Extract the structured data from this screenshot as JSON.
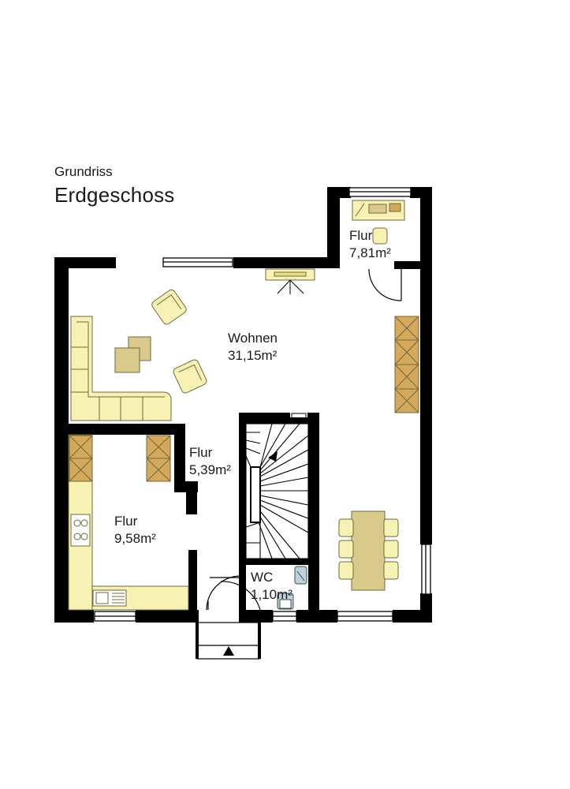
{
  "header": {
    "subtitle": "Grundriss",
    "title": "Erdgeschoss"
  },
  "rooms": [
    {
      "id": "wohnen",
      "name": "Wohnen",
      "area": "31,15m²"
    },
    {
      "id": "flur-office",
      "name": "Flur",
      "area": "7,81m²"
    },
    {
      "id": "flur-stair",
      "name": "Flur",
      "area": "5,39m²"
    },
    {
      "id": "flur-kitchen",
      "name": "Flur",
      "area": "9,58m²"
    },
    {
      "id": "wc",
      "name": "WC",
      "area": "1,10m²"
    }
  ],
  "colors": {
    "wall": "#000000",
    "furniture_fill": "#f7f2b3",
    "furniture_stroke": "#6e6a3c",
    "cabinet_fill": "#d5a95c",
    "rug_fill": "#d9c98b",
    "sanitary_fill": "#bcd3dc"
  }
}
